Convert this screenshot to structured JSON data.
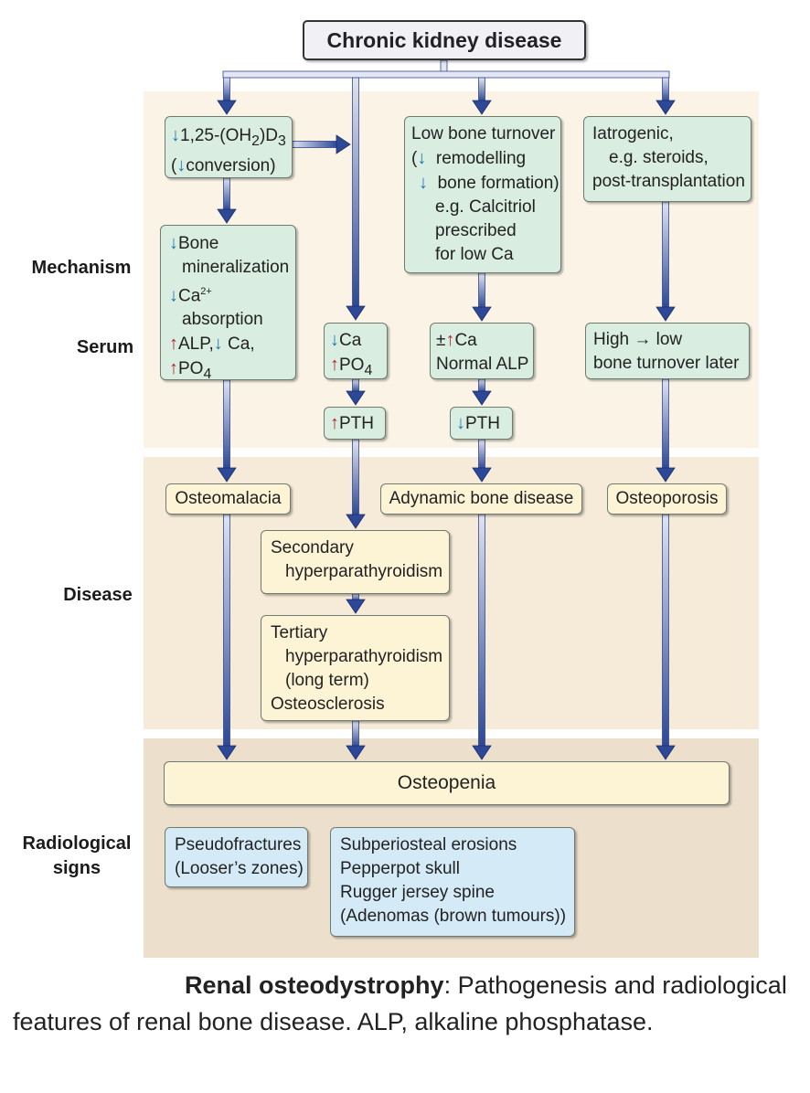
{
  "colors": {
    "band_top": "#fbf4e6",
    "band_mid": "#f6ead8",
    "band_bottom": "#ecdfcc",
    "arrow_dark": "#2c4896",
    "arrow_light": "#dfe4f2",
    "up_arrow": "#b2272c",
    "down_arrow": "#2277b8",
    "green_box": "#d9ede0",
    "yellow_box": "#fdf4d6",
    "blue_box": "#d4ebf7"
  },
  "title": "Chronic kidney disease",
  "row_labels": {
    "mechanism": "Mechanism",
    "serum": "Serum",
    "disease": "Disease",
    "radiological_line1": "Radiological",
    "radiological_line2": "signs"
  },
  "mechanism": {
    "vitd_line1": "1,25-(OH",
    "vitd_sub1": "2",
    "vitd_mid": ")D",
    "vitd_sub2": "3",
    "vitd_line2": "conversion)",
    "vitd_line2_prefix": "(",
    "bone_line1": "Bone",
    "bone_line2": "mineralization",
    "bone_line3": "Ca",
    "bone_line3_sup": "2+",
    "bone_line4": "absorption",
    "bone_line5a": "ALP,",
    "bone_line5b": " Ca,",
    "bone_line6": "PO",
    "bone_line6_sub": "4",
    "low_turnover_line1": "Low bone turnover",
    "low_turnover_line2": "remodelling",
    "low_turnover_line3": "bone formation)",
    "low_turnover_line4": "e.g. Calcitriol",
    "low_turnover_line5": "prescribed",
    "low_turnover_line6": "for low Ca",
    "iatrogenic_line1": "Iatrogenic,",
    "iatrogenic_line2": "e.g. steroids,",
    "iatrogenic_line3": "post-transplantation"
  },
  "serum": {
    "col2_line1": "Ca",
    "col2_line2": "PO",
    "col2_line2_sub": "4",
    "col2_pth": "PTH",
    "col3_line1_prefix": "±",
    "col3_line1": "Ca",
    "col3_line2": "Normal ALP",
    "col3_pth": "PTH",
    "col4_line1": "High → low",
    "col4_line2": "bone turnover later"
  },
  "disease": {
    "osteomalacia": "Osteomalacia",
    "adynamic": "Adynamic bone disease",
    "osteoporosis": "Osteoporosis",
    "secondary_line1": "Secondary",
    "secondary_line2": "hyperparathyroidism",
    "tertiary_line1": "Tertiary",
    "tertiary_line2": "hyperparathyroidism",
    "tertiary_line3": "(long term)",
    "tertiary_line4": "Osteosclerosis"
  },
  "radiological": {
    "osteopenia": "Osteopenia",
    "pseudo_line1": "Pseudofractures",
    "pseudo_line2": "(Looser’s zones)",
    "signs_line1": "Subperiosteal erosions",
    "signs_line2": "Pepperpot skull",
    "signs_line3": "Rugger jersey spine",
    "signs_line4": "(Adenomas (brown tumours))"
  },
  "caption": {
    "bold": "Renal osteodystrophy",
    "rest": ": Pathogenesis and radiological features of renal bone disease. ALP, alkaline phosphatase."
  }
}
